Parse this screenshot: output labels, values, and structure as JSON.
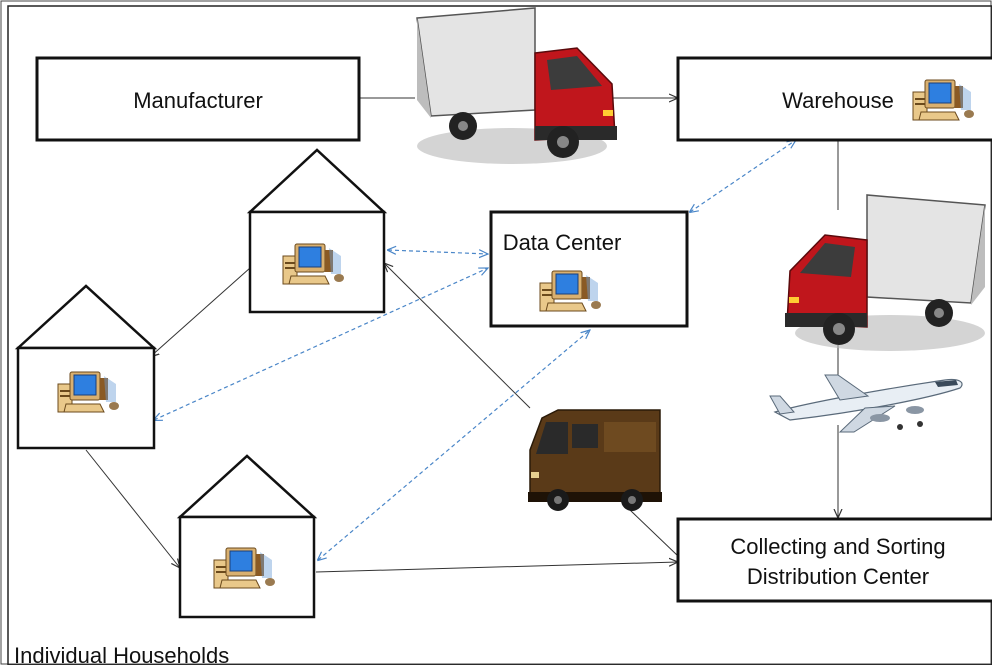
{
  "nodes": {
    "manufacturer": "Manufacturer",
    "warehouse": "Warehouse",
    "data_center": "Data Center",
    "collecting_line1": "Collecting and Sorting",
    "collecting_line2": "Distribution Center"
  },
  "footer": "Individual Households",
  "icons": {
    "computer": "computer-icon",
    "truck": "delivery-truck-icon",
    "van": "delivery-van-icon",
    "airplane": "airplane-icon"
  },
  "colors": {
    "truck_red": "#c0161c",
    "van_brown": "#5a3a18",
    "dashed_link": "#4a86c8"
  }
}
